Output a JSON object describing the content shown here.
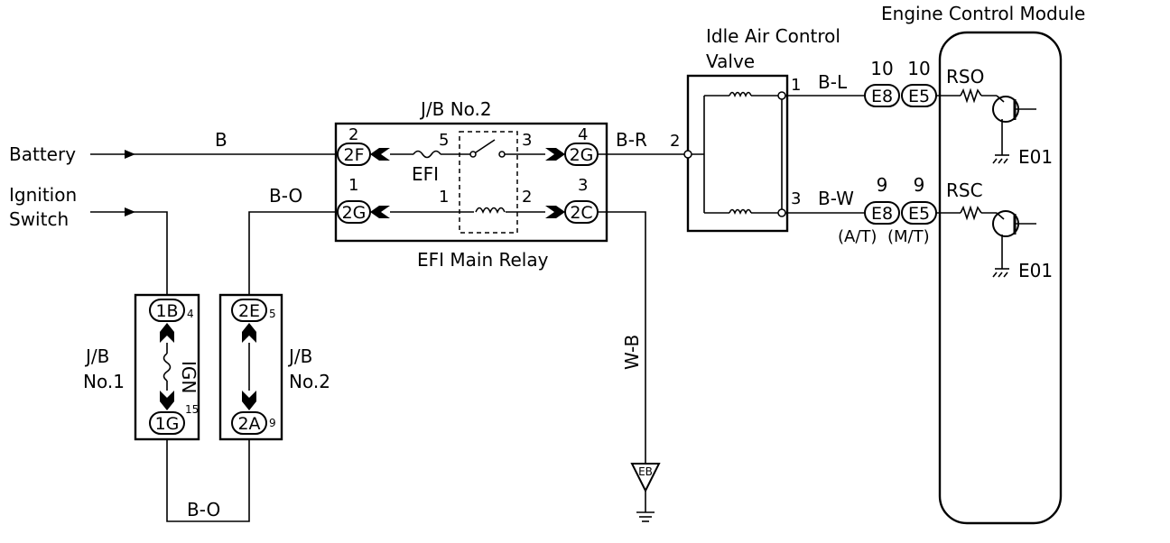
{
  "inputs": {
    "battery": "Battery",
    "ignition_line1": "Ignition",
    "ignition_line2": "Switch"
  },
  "wires": {
    "battery": "B",
    "ign_feed": "B-O",
    "bottom": "B-O",
    "relay_out": "B-R",
    "ground": "W-B",
    "rso": "B-L",
    "rsc": "B-W"
  },
  "jb2_relay": {
    "title": "J/B No.2",
    "caption": "EFI Main Relay",
    "fuse": "EFI",
    "connectors": {
      "top_left": "2F",
      "bottom_left": "2G",
      "top_right": "2G",
      "bottom_right": "2C"
    },
    "pins": {
      "tl": "2",
      "bl": "1",
      "tr": "4",
      "br": "3",
      "sw_in": "5",
      "sw_out": "3",
      "coil_in": "1",
      "coil_out": "2"
    }
  },
  "jb1": {
    "label1": "J/B",
    "label2": "No.1",
    "fuse": "IGN",
    "top": "1B",
    "top_pin": "4",
    "bottom": "1G",
    "bottom_pin": "15"
  },
  "jb2_small": {
    "label1": "J/B",
    "label2": "No.2",
    "top": "2E",
    "top_pin": "5",
    "bottom": "2A",
    "bottom_pin": "9"
  },
  "ground": {
    "label": "EB"
  },
  "iacv": {
    "title1": "Idle Air Control",
    "title2": "Valve",
    "pin_in": "2",
    "pin_top": "1",
    "pin_bottom": "3"
  },
  "ecm": {
    "title": "Engine Control Module",
    "rso": "RSO",
    "rsc": "RSC",
    "e01_a": "E01",
    "e01_b": "E01",
    "e8": "E8",
    "e5": "E5",
    "pin_e8_top": "10",
    "pin_e5_top": "10",
    "pin_e8_bottom": "9",
    "pin_e5_bottom": "9",
    "at": "(A/T)",
    "mt": "(M/T)"
  }
}
